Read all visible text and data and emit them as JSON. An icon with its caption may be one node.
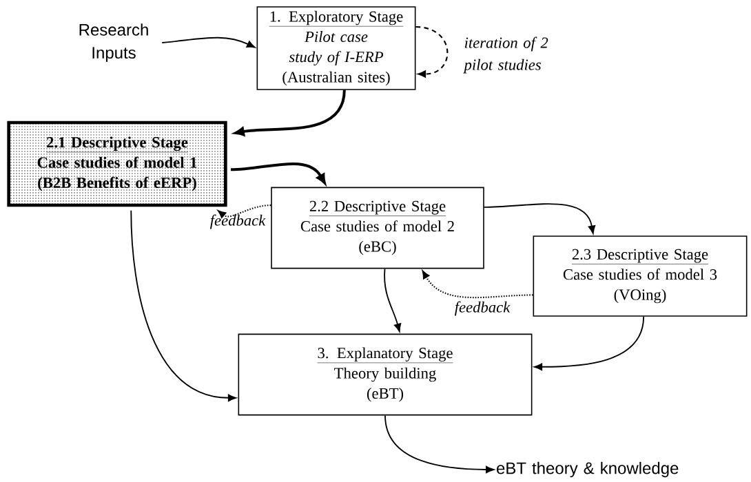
{
  "diagram": {
    "nodes": [
      {
        "text": [
          "Research Inputs"
        ]
      },
      {
        "text": [
          "1. Exploratory Stage",
          "Pilot case study of I-ERP",
          "(Australian sites)"
        ]
      },
      {
        "text": [
          "2.1 Descriptive Stage",
          "Case studies of model 1",
          "(B2B Benefits of eERP)"
        ]
      },
      {
        "text": [
          "2.2 Descriptive Stage",
          "Case studies of model 2",
          "(eBC)"
        ]
      },
      {
        "text": [
          "2.3 Descriptive Stage",
          "Case studies of model 3",
          "(VOing)"
        ]
      },
      {
        "text": [
          "3. Explanatory Stage",
          "Theory building",
          "(eBT)"
        ]
      },
      {
        "text": [
          "eBT theory & knowledge"
        ]
      }
    ],
    "edges": [
      {
        "from": 0,
        "to": 1,
        "arrow": "to"
      },
      {
        "from": 1,
        "to": 1,
        "arrow": "to",
        "style": "dashed",
        "label": "iteration of 2 pilot studies"
      },
      {
        "from": 1,
        "to": 2,
        "arrow": "to",
        "style": "thick"
      },
      {
        "from": 2,
        "to": 3,
        "arrow": "to",
        "style": "thick"
      },
      {
        "from": 3,
        "to": 2,
        "arrow": "to",
        "style": "dashed",
        "label": "feedback"
      },
      {
        "from": 3,
        "to": 4,
        "arrow": "to"
      },
      {
        "from": 4,
        "to": 3,
        "arrow": "to",
        "style": "dashed",
        "label": "feedback"
      },
      {
        "from": 2,
        "to": 5,
        "arrow": "to"
      },
      {
        "from": 3,
        "to": 5,
        "arrow": "to"
      },
      {
        "from": 4,
        "to": 5,
        "arrow": "to"
      },
      {
        "from": 5,
        "to": 6,
        "arrow": "to"
      }
    ]
  }
}
